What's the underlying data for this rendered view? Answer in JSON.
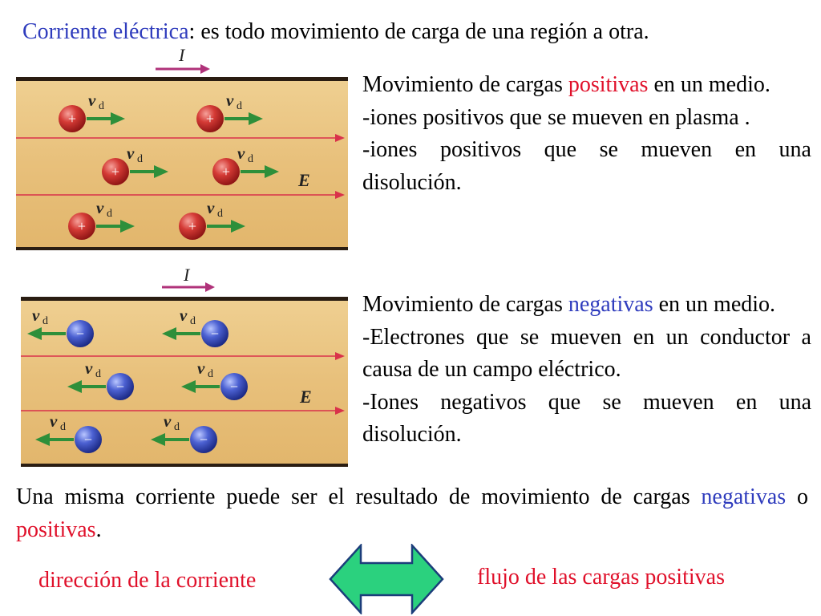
{
  "title": {
    "term": "Corriente eléctrica",
    "rest": ": es todo movimiento de carga de una región a otra."
  },
  "figure_labels": {
    "current": "I",
    "drift_velocity": "v",
    "drift_subscript": "d",
    "field": "E",
    "plus_sign": "+",
    "minus_sign": "−"
  },
  "positive_block": {
    "p1_a": "Movimiento de cargas ",
    "p1_highlight": "positivas",
    "p1_b": " en un medio.",
    "line2": "-iones positivos que se mueven en plasma .",
    "line3": "-iones positivos que se mueven en una disolución."
  },
  "negative_block": {
    "p1_a": "Movimiento de cargas ",
    "p1_highlight": "negativas",
    "p1_b": " en un medio.",
    "line2": "-Electrones que se mueven en un conductor a causa de un campo eléctrico.",
    "line3": "-Iones negativos que se mueven en una disolución."
  },
  "summary": {
    "a": "Una misma corriente puede ser el resultado de movimiento de cargas ",
    "neg": "negativas",
    "mid": " o ",
    "pos": "positivas",
    "end": "."
  },
  "equivalence": {
    "left": "dirección de la corriente",
    "right": "flujo de las cargas positivas",
    "arrow_icon": "double-arrow-icon"
  },
  "colors": {
    "blue_text": "#2f3cbd",
    "red_text": "#e0102a",
    "conductor_fill": "#e9c17d",
    "field_line": "#d9324a",
    "velocity_arrow": "#2e8f3a",
    "positive_charge": "#c8292c",
    "negative_charge": "#3a4fc0",
    "double_arrow_fill": "#2bd17e"
  }
}
